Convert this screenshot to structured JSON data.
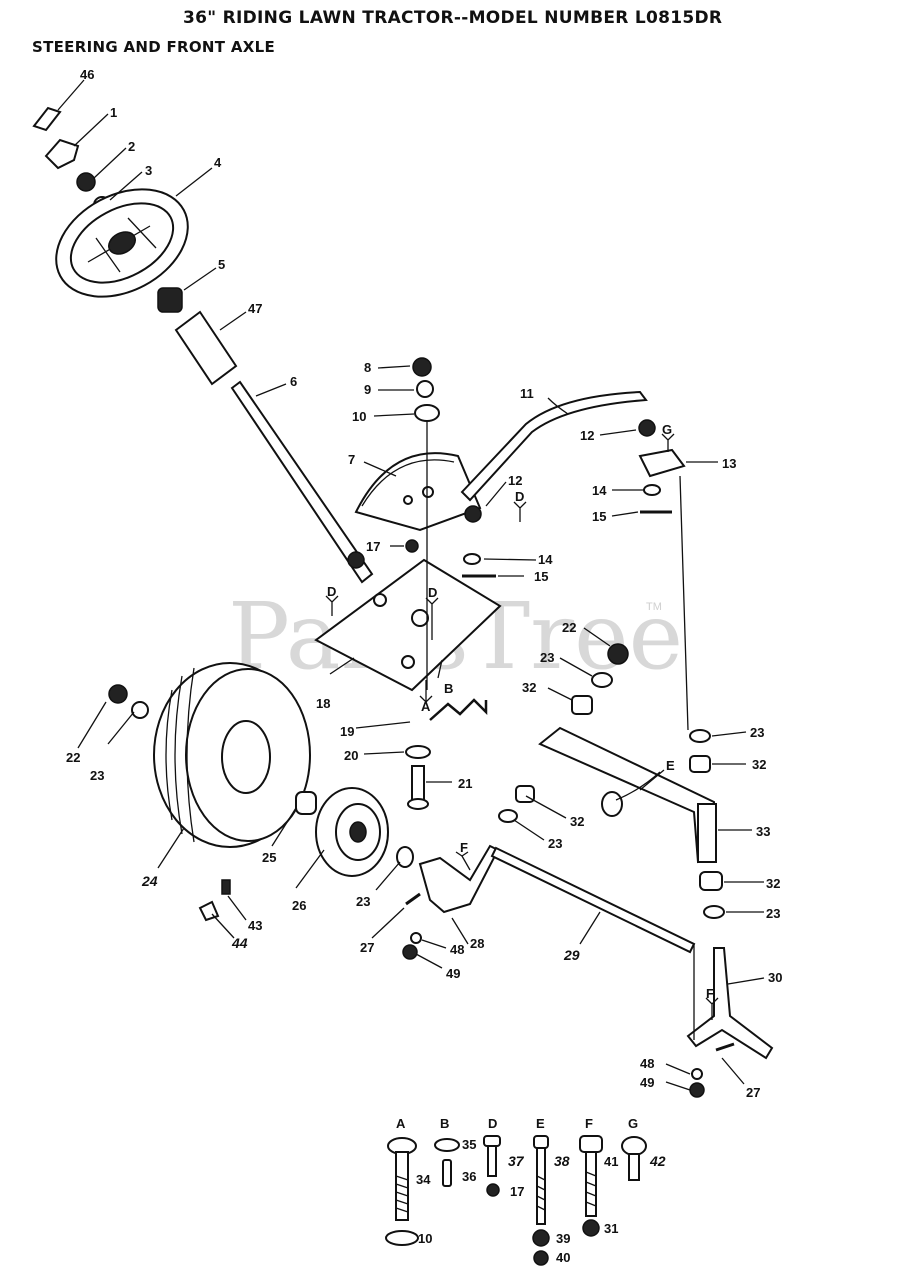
{
  "header": {
    "title": "36\" RIDING LAWN TRACTOR--MODEL NUMBER L0815DR",
    "section": "STEERING AND FRONT AXLE"
  },
  "watermark": {
    "text": "PartsTree",
    "tm": "TM"
  },
  "callouts": [
    "46",
    "1",
    "2",
    "3",
    "4",
    "5",
    "47",
    "6",
    "8",
    "9",
    "10",
    "11",
    "7",
    "12",
    "13",
    "14",
    "15",
    "12",
    "D",
    "G",
    "17",
    "14",
    "15",
    "D",
    "D",
    "22",
    "23",
    "32",
    "18",
    "B",
    "19",
    "A",
    "20",
    "21",
    "22",
    "23",
    "24",
    "25",
    "26",
    "23",
    "E",
    "23",
    "32",
    "32",
    "23",
    "33",
    "32",
    "23",
    "F",
    "27",
    "48",
    "49",
    "28",
    "29",
    "30",
    "F",
    "48",
    "49",
    "27",
    "43",
    "44"
  ],
  "hardware_legend": [
    {
      "letter": "A",
      "part": "34",
      "nut": "10"
    },
    {
      "letter": "B",
      "part": "35",
      "pin": "36"
    },
    {
      "letter": "D",
      "part": "37",
      "nut": "17"
    },
    {
      "letter": "E",
      "part": "38",
      "nut": "39",
      "nut2": "40"
    },
    {
      "letter": "F",
      "part": "41",
      "nut": "31"
    },
    {
      "letter": "G",
      "part": "42"
    }
  ]
}
